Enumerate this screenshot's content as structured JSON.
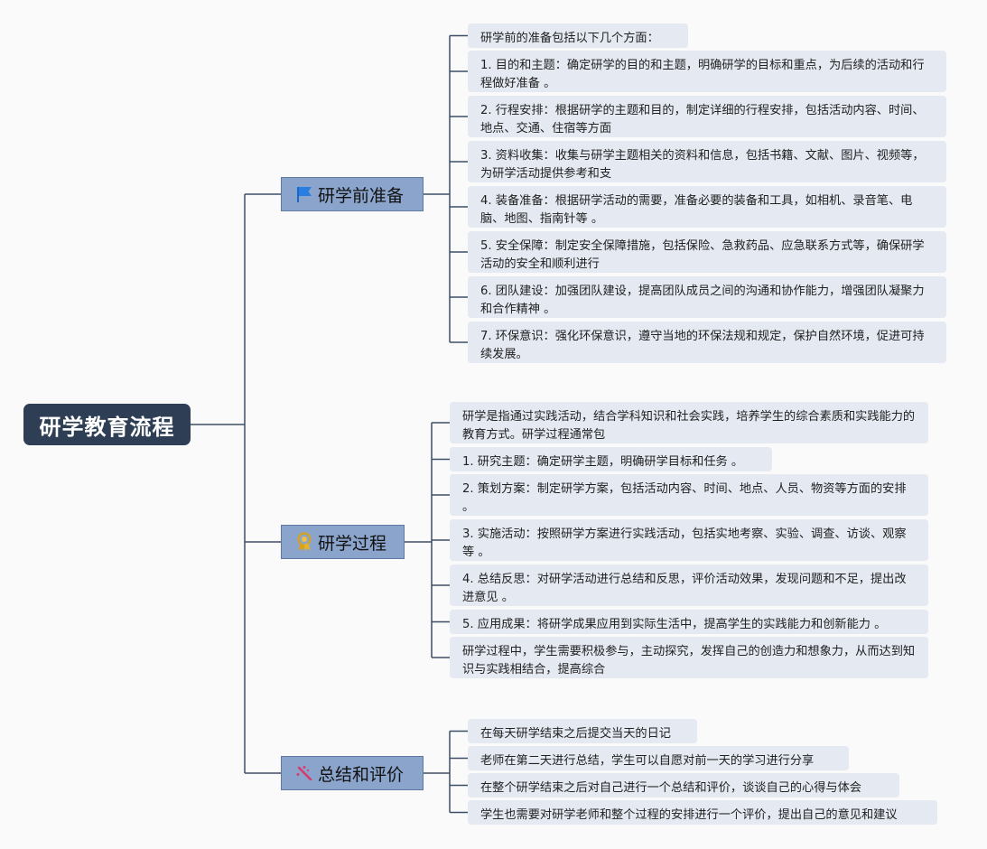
{
  "root": {
    "label": "研学教育流程"
  },
  "branches": [
    {
      "label": "研学前准备",
      "icon": "flag-icon",
      "items": [
        "研学前的准备包括以下几个方面：",
        "1. 目的和主题：确定研学的目的和主题，明确研学的目标和重点，为后续的活动和行程做好准备 。",
        "2. 行程安排：根据研学的主题和目的，制定详细的行程安排，包括活动内容、时间、地点、交通、住宿等方面",
        "3. 资料收集：收集与研学主题相关的资料和信息，包括书籍、文献、图片、视频等，为研学活动提供参考和支",
        "4. 装备准备：根据研学活动的需要，准备必要的装备和工具，如相机、录音笔、电脑、地图、指南针等 。",
        "5. 安全保障：制定安全保障措施，包括保险、急救药品、应急联系方式等，确保研学活动的安全和顺利进行",
        "6. 团队建设：加强团队建设，提高团队成员之间的沟通和协作能力，增强团队凝聚力和合作精神 。",
        "7. 环保意识：强化环保意识，遵守当地的环保法规和规定，保护自然环境，促进可持续发展。"
      ]
    },
    {
      "label": "研学过程",
      "icon": "award-ribbon-icon",
      "items": [
        "研学是指通过实践活动，结合学科知识和社会实践，培养学生的综合素质和实践能力的教育方式。研学过程通常包",
        "1. 研究主题：确定研学主题，明确研学目标和任务 。",
        "2. 策划方案：制定研学方案，包括活动内容、时间、地点、人员、物资等方面的安排 。",
        "3. 实施活动：按照研学方案进行实践活动，包括实地考察、实验、调查、访谈、观察等 。",
        "4. 总结反思：对研学活动进行总结和反思，评价活动效果，发现问题和不足，提出改进意见 。",
        "5. 应用成果：将研学成果应用到实际生活中，提高学生的实践能力和创新能力 。",
        "研学过程中，学生需要积极参与，主动探究，发挥自己的创造力和想象力，从而达到知识与实践相结合，提高综合"
      ]
    },
    {
      "label": "总结和评价",
      "icon": "magic-wand-icon",
      "items": [
        "在每天研学结束之后提交当天的日记",
        "老师在第二天进行总结，学生可以自愿对前一天的学习进行分享",
        "在整个研学结束之后对自己进行一个总结和评价，谈谈自己的心得与体会",
        "学生也需要对研学老师和整个过程的安排进行一个评价，提出自己的意见和建议"
      ]
    }
  ],
  "colors": {
    "root_bg": "#2e3f55",
    "branch_bg": "#8aa4cb",
    "leaf_bg": "#e4e9f2",
    "line": "#3d4e66"
  }
}
